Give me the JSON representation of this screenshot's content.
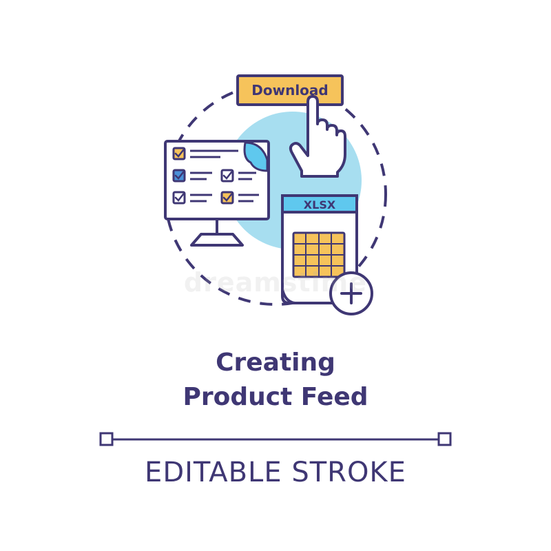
{
  "icon": {
    "button_label": "Download",
    "file_label": "XLSX",
    "watermark": "dreamstime"
  },
  "title": {
    "line1": "Creating",
    "line2": "Product Feed"
  },
  "subtitle": "EDITABLE STROKE",
  "colors": {
    "stroke": "#3f3774",
    "accent_yellow": "#f6c35b",
    "accent_blue": "#8fd3ea",
    "file_header_blue": "#5fc8ee",
    "check_blue": "#4a90d9"
  }
}
